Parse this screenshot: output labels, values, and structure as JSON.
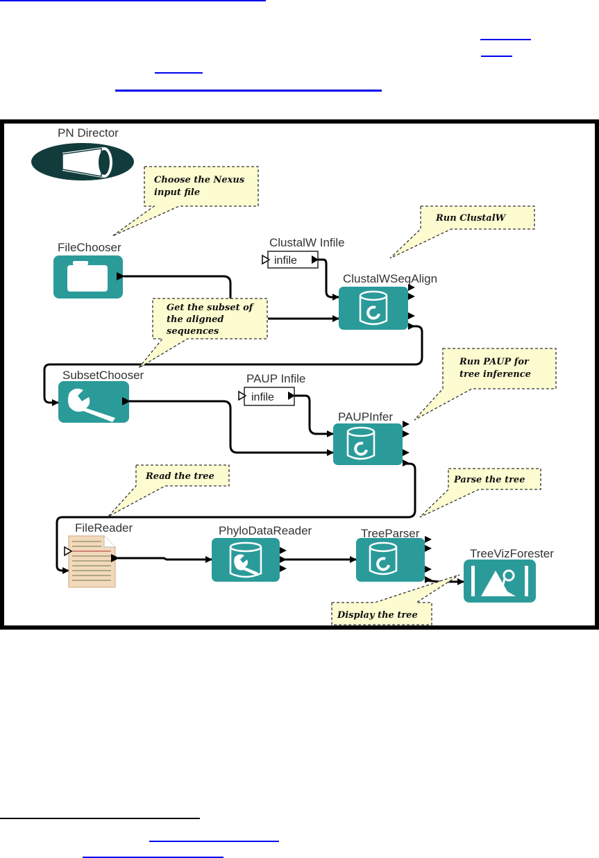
{
  "page": {
    "top_links": [
      {
        "name": "link-1",
        "text": ""
      },
      {
        "name": "link-2",
        "text": ""
      },
      {
        "name": "link-3",
        "text": ""
      },
      {
        "name": "link-4",
        "text": ""
      },
      {
        "name": "link-5",
        "text": ""
      }
    ],
    "bottom_links": [
      {
        "name": "footnote-link-1",
        "text": ""
      },
      {
        "name": "footnote-link-2",
        "text": ""
      }
    ]
  },
  "workflow": {
    "director": {
      "label": "PN Director",
      "icon": "megaphone-icon"
    },
    "actors": [
      {
        "id": "filechooser",
        "label": "FileChooser",
        "icon": "folder-icon"
      },
      {
        "id": "clustalw-infile",
        "label": "ClustalW Infile",
        "port_text": "infile"
      },
      {
        "id": "clustalwseqalign",
        "label": "ClustalWSeqAlign",
        "icon": "database-refresh-icon"
      },
      {
        "id": "subsetchooser",
        "label": "SubsetChooser",
        "icon": "wrench-icon"
      },
      {
        "id": "paup-infile",
        "label": "PAUP Infile",
        "port_text": "infile"
      },
      {
        "id": "paupinfer",
        "label": "PAUPInfer",
        "icon": "database-refresh-icon"
      },
      {
        "id": "filereader",
        "label": "FileReader",
        "icon": "document-icon"
      },
      {
        "id": "phylodatareader",
        "label": "PhyloDataReader",
        "icon": "database-wrench-icon"
      },
      {
        "id": "treeparser",
        "label": "TreeParser",
        "icon": "database-refresh-icon"
      },
      {
        "id": "treevizforester",
        "label": "TreeVizForester",
        "icon": "image-icon"
      }
    ],
    "annotations": [
      {
        "id": "note-choose",
        "lines": [
          "Choose the Nexus",
          " input file"
        ]
      },
      {
        "id": "note-clustal",
        "lines": [
          "Run ClustalW"
        ]
      },
      {
        "id": "note-subset",
        "lines": [
          "Get the subset of",
          "the aligned",
          "sequences"
        ]
      },
      {
        "id": "note-paup",
        "lines": [
          "Run PAUP for",
          "tree inference"
        ]
      },
      {
        "id": "note-read",
        "lines": [
          "Read the tree"
        ]
      },
      {
        "id": "note-parse",
        "lines": [
          "Parse the tree"
        ]
      },
      {
        "id": "note-display",
        "lines": [
          "Display the tree"
        ]
      }
    ],
    "colors": {
      "actor_teal": "#2b9b9a",
      "director_dark": "#123c3c",
      "note_fill": "#fdfbd0",
      "document_fill": "#f2d9bc",
      "link_blue": "#0000ee"
    }
  }
}
